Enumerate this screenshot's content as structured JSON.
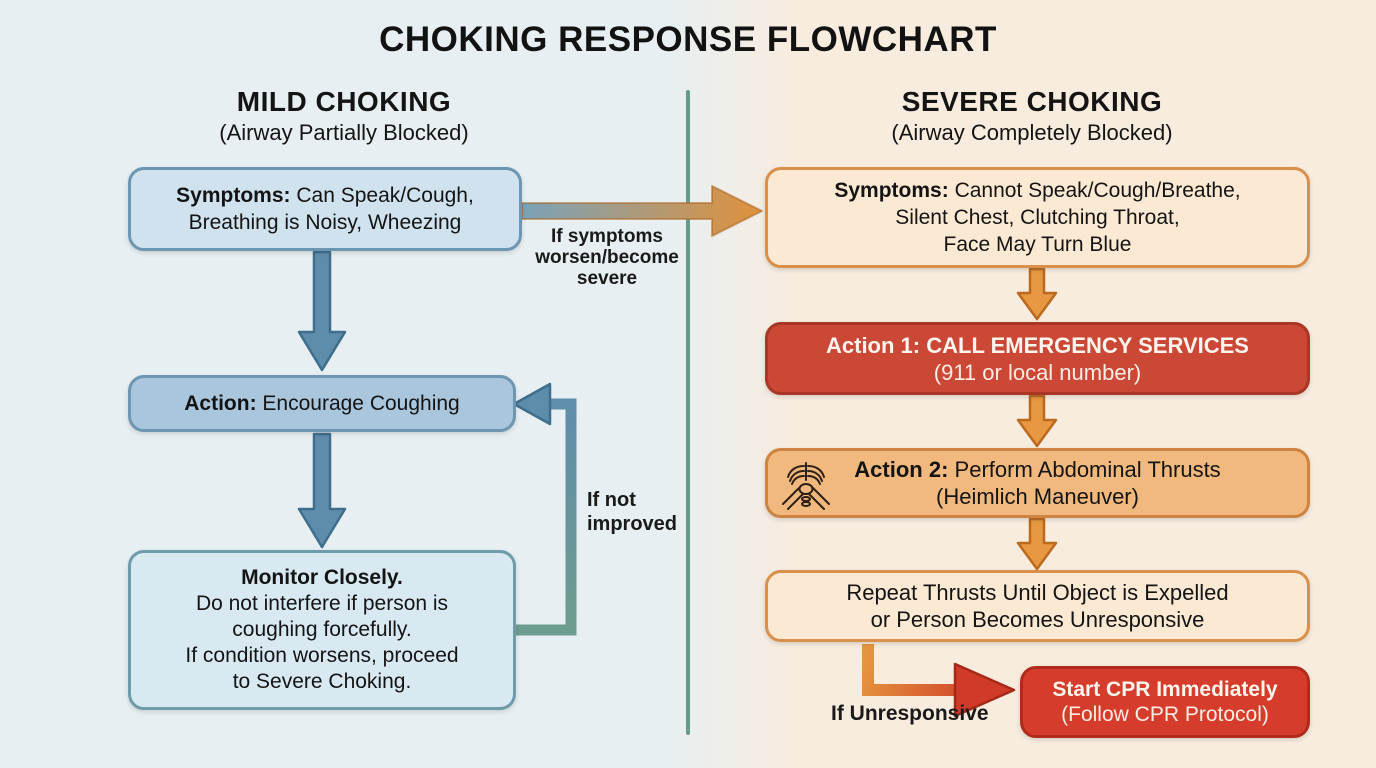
{
  "title": "CHOKING RESPONSE FLOWCHART",
  "palette": {
    "left_bg": "#e7eff2",
    "right_bg": "#f8ecdf",
    "blue_box": "#cfe2ee",
    "blue_box_mid": "#a9c6dd",
    "blue_border": "#6d96b2",
    "teal_divider": "#679a8f",
    "cream_box": "#fbe9d3",
    "orange_border": "#d8904a",
    "orange_box": "#f1b97e",
    "red_box": "#cb4836",
    "red_box_bright": "#d63c2b",
    "blue_arrow": "#5e8cab",
    "orange_arrow": "#e79840"
  },
  "mild": {
    "heading": "MILD CHOKING",
    "subheading": "(Airway Partially Blocked)",
    "symptoms": {
      "label": "Symptoms:",
      "line1_rest": " Can Speak/Cough,",
      "line2": "Breathing is Noisy, Wheezing"
    },
    "action": {
      "label": "Action:",
      "rest": " Encourage Coughing"
    },
    "monitor": {
      "label": "Monitor Closely.",
      "lines": [
        "Do not interfere if person is",
        "coughing forcefully.",
        "If condition worsens, proceed",
        "to Severe Choking."
      ]
    }
  },
  "severe": {
    "heading": "SEVERE CHOKING",
    "subheading": "(Airway Completely Blocked)",
    "symptoms": {
      "label": "Symptoms:",
      "line1_rest": " Cannot Speak/Cough/Breathe,",
      "line2": "Silent Chest, Clutching Throat,",
      "line3": "Face May Turn Blue"
    },
    "action1": {
      "label": "Action 1:",
      "rest": " CALL EMERGENCY SERVICES",
      "line2": "(911 or local number)"
    },
    "action2": {
      "label": "Action 2:",
      "rest": " Perform Abdominal Thrusts",
      "line2": "(Heimlich Maneuver)",
      "icon": "abdominal-thrust-icon"
    },
    "repeat": {
      "line1": "Repeat Thrusts Until Object is Expelled",
      "line2": "or Person Becomes Unresponsive"
    },
    "cpr": {
      "line1": "Start CPR Immediately",
      "line2": "(Follow CPR Protocol)"
    }
  },
  "labels": {
    "worsen": [
      "If symptoms",
      "worsen/become",
      "severe"
    ],
    "not_improved": [
      "If not",
      "improved"
    ],
    "unresponsive": "If Unresponsive"
  }
}
